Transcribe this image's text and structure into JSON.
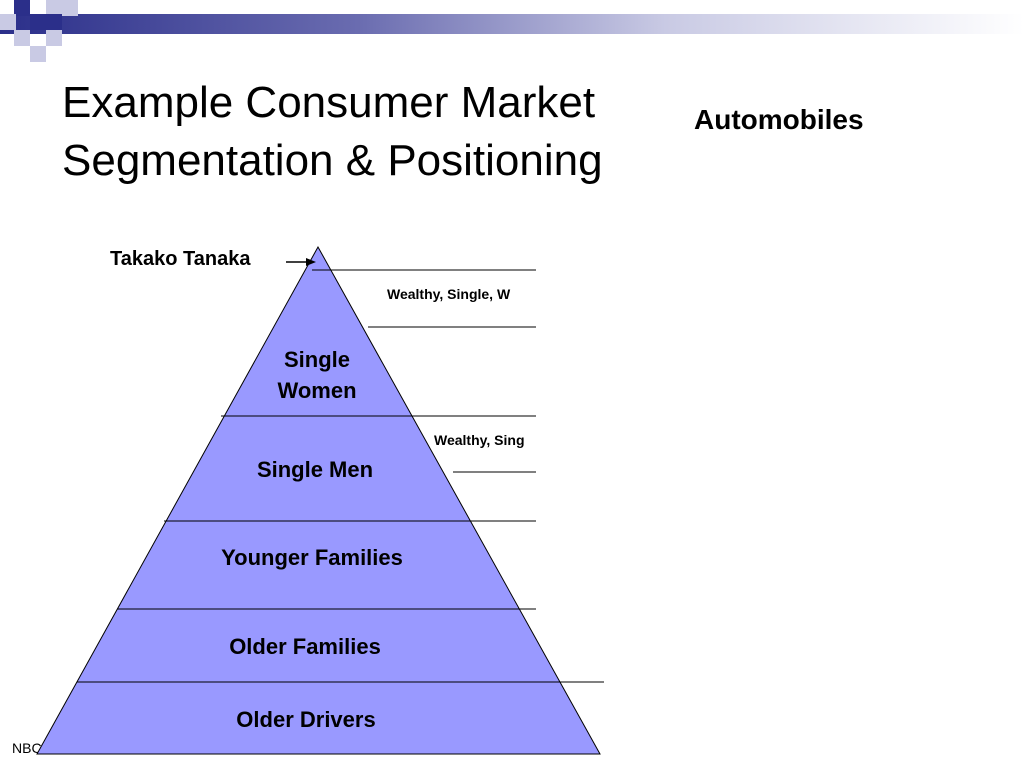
{
  "slide": {
    "title_line1": "Example Consumer Market",
    "title_line2": "Segmentation & Positioning",
    "subtitle": "Automobiles"
  },
  "pyramid": {
    "pointer_label": "Takako Tanaka",
    "segments": [
      {
        "label": "Single Women"
      },
      {
        "label": "Single Men"
      },
      {
        "label": "Younger Families"
      },
      {
        "label": "Older Families"
      },
      {
        "label": "Older Drivers"
      }
    ],
    "side_labels": [
      "Wealthy, Single, W",
      "Wealthy, Sing"
    ]
  },
  "footer": {
    "text": "NBC"
  },
  "colors": {
    "pyramid_fill": "#9999ff",
    "band_dark": "#2b2f8a"
  }
}
